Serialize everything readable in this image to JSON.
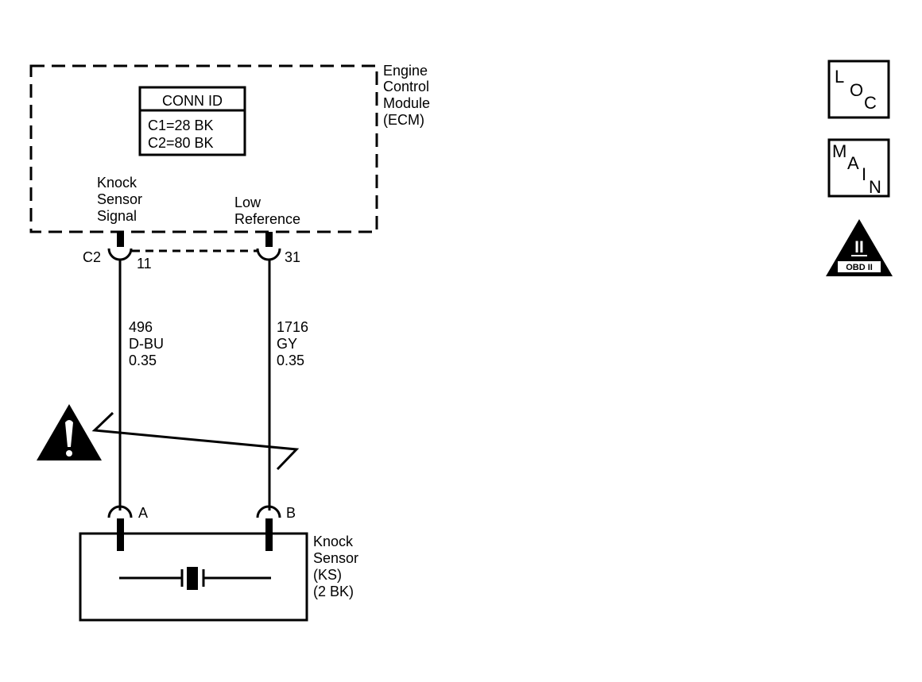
{
  "ecm": {
    "title_lines": [
      "Engine",
      "Control",
      "Module",
      "(ECM)"
    ],
    "conn_id": {
      "header": "CONN ID",
      "lines": [
        "C1=28 BK",
        "C2=80 BK"
      ]
    },
    "pin_labels": {
      "knock_sensor_signal": [
        "Knock",
        "Sensor",
        "Signal"
      ],
      "low_reference": [
        "Low",
        "Reference"
      ]
    },
    "connector_name": "C2",
    "pins": {
      "signal_pin": "11",
      "low_ref_pin": "31"
    }
  },
  "wires": {
    "signal": {
      "circuit": "496",
      "color": "D-BU",
      "gauge": "0.35"
    },
    "low_ref": {
      "circuit": "1716",
      "color": "GY",
      "gauge": "0.35"
    }
  },
  "knock_sensor": {
    "terminal_a": "A",
    "terminal_b": "B",
    "label_lines": [
      "Knock",
      "Sensor",
      "(KS)",
      "(2 BK)"
    ]
  },
  "side_icons": {
    "loc": {
      "letters": [
        "L",
        "O",
        "C"
      ],
      "icon": "loc-icon"
    },
    "main": {
      "letters": [
        "M",
        "A",
        "I",
        "N"
      ],
      "icon": "main-icon"
    },
    "obd": {
      "numeral": "II",
      "label": "OBD II",
      "icon": "obd-ii-icon"
    }
  },
  "warning": {
    "icon": "caution-exclamation-icon"
  },
  "colors": {
    "line": "#000000",
    "background": "#ffffff"
  }
}
